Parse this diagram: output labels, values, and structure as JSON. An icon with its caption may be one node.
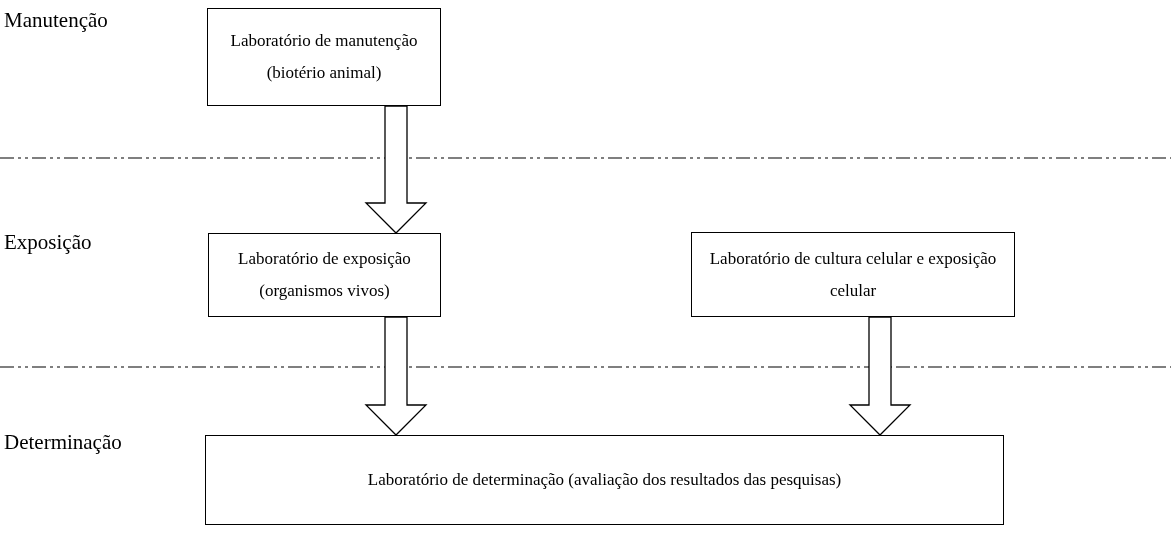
{
  "diagram": {
    "nodes": [
      {
        "text": [
          "Laboratório de manutenção (biotério animal)"
        ]
      },
      {
        "text": [
          "Laboratório de exposição (organismos vivos)"
        ]
      },
      {
        "text": [
          "Laboratório de cultura celular e exposição celular"
        ]
      },
      {
        "text": [
          "Laboratório de determinação (avaliação dos resultados das pesquisas)"
        ]
      }
    ],
    "edges": [
      {
        "from": 0,
        "to": 1,
        "arrow": "to"
      },
      {
        "from": 1,
        "to": 3,
        "arrow": "to"
      },
      {
        "from": 2,
        "to": 3,
        "arrow": "to"
      }
    ],
    "labels": [
      "Manutenção",
      "Exposição",
      "Determinação"
    ]
  }
}
